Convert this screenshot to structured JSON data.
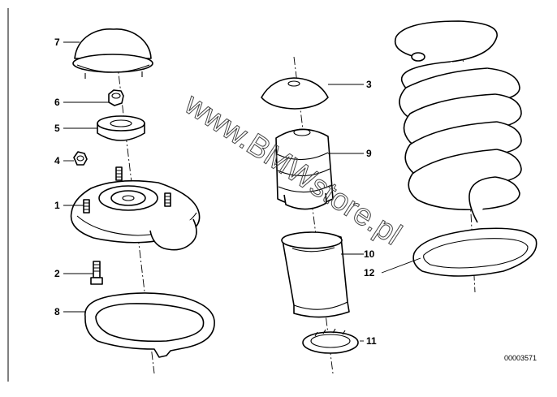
{
  "diagram": {
    "callouts": [
      {
        "id": "7",
        "label": "7"
      },
      {
        "id": "6",
        "label": "6"
      },
      {
        "id": "5",
        "label": "5"
      },
      {
        "id": "4",
        "label": "4"
      },
      {
        "id": "1",
        "label": "1"
      },
      {
        "id": "2",
        "label": "2"
      },
      {
        "id": "8",
        "label": "8"
      },
      {
        "id": "3",
        "label": "3"
      },
      {
        "id": "9",
        "label": "9"
      },
      {
        "id": "10",
        "label": "10"
      },
      {
        "id": "12",
        "label": "12"
      },
      {
        "id": "11",
        "label": "11"
      }
    ],
    "watermark": "www.BMWstore.pl",
    "reference_number": "00003571"
  }
}
